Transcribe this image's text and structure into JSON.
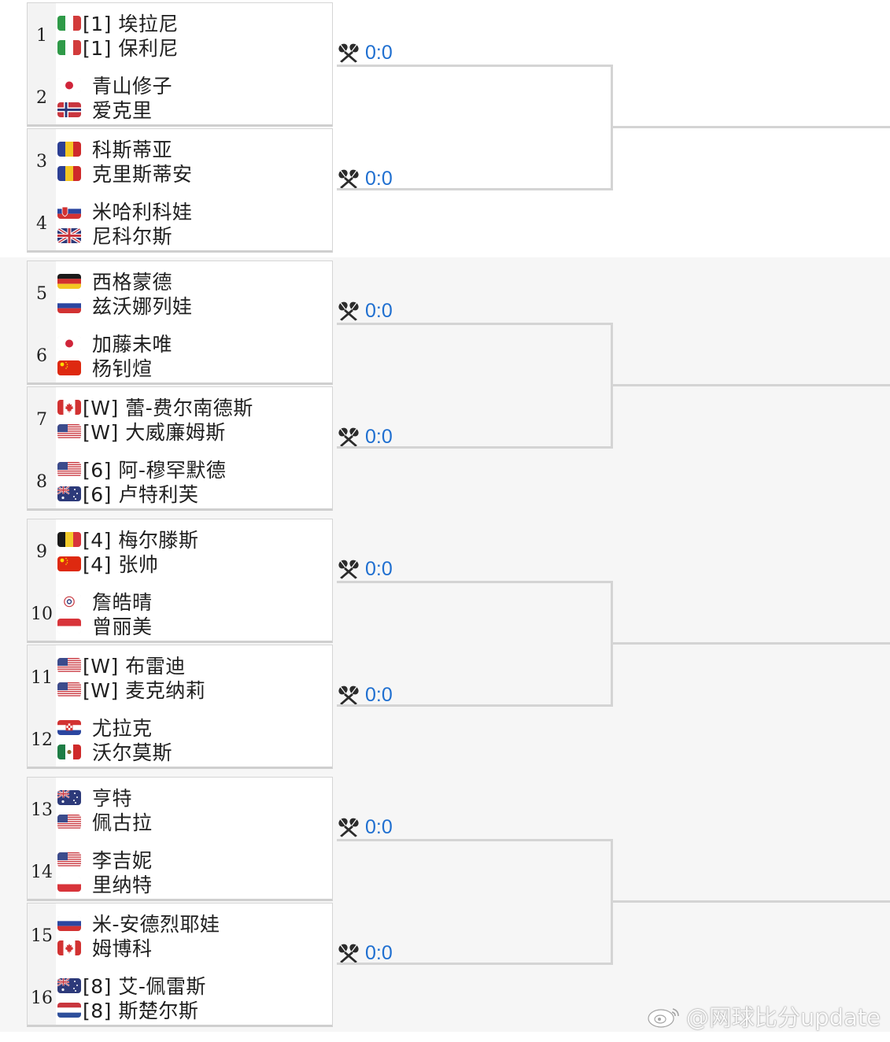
{
  "matches": [
    {
      "num": "1",
      "players": [
        {
          "flag": "italy",
          "seed": "[1]",
          "name": "埃拉尼"
        },
        {
          "flag": "italy",
          "seed": "[1]",
          "name": "保利尼"
        }
      ]
    },
    {
      "num": "2",
      "players": [
        {
          "flag": "japan",
          "seed": "",
          "name": "青山修子"
        },
        {
          "flag": "norway",
          "seed": "",
          "name": "爱克里"
        }
      ]
    },
    {
      "num": "3",
      "players": [
        {
          "flag": "romania",
          "seed": "",
          "name": "科斯蒂亚"
        },
        {
          "flag": "romania",
          "seed": "",
          "name": "克里斯蒂安"
        }
      ]
    },
    {
      "num": "4",
      "players": [
        {
          "flag": "slovakia",
          "seed": "",
          "name": "米哈利科娃"
        },
        {
          "flag": "uk",
          "seed": "",
          "name": "尼科尔斯"
        }
      ]
    },
    {
      "num": "5",
      "players": [
        {
          "flag": "germany",
          "seed": "",
          "name": "西格蒙德"
        },
        {
          "flag": "russia",
          "seed": "",
          "name": "兹沃娜列娃"
        }
      ]
    },
    {
      "num": "6",
      "players": [
        {
          "flag": "japan",
          "seed": "",
          "name": "加藤未唯"
        },
        {
          "flag": "china",
          "seed": "",
          "name": "杨钊煊"
        }
      ]
    },
    {
      "num": "7",
      "players": [
        {
          "flag": "canada",
          "seed": "[W]",
          "name": "蕾-费尔南德斯"
        },
        {
          "flag": "usa",
          "seed": "[W]",
          "name": "大威廉姆斯"
        }
      ]
    },
    {
      "num": "8",
      "players": [
        {
          "flag": "usa",
          "seed": "[6]",
          "name": "阿-穆罕默德"
        },
        {
          "flag": "australia",
          "seed": "[6]",
          "name": "卢特利芙"
        }
      ]
    },
    {
      "num": "9",
      "players": [
        {
          "flag": "belgium",
          "seed": "[4]",
          "name": "梅尔滕斯"
        },
        {
          "flag": "china",
          "seed": "[4]",
          "name": "张帅"
        }
      ]
    },
    {
      "num": "10",
      "players": [
        {
          "flag": "taipei",
          "seed": "",
          "name": "詹皓晴"
        },
        {
          "flag": "indonesia",
          "seed": "",
          "name": "曾丽美"
        }
      ]
    },
    {
      "num": "11",
      "players": [
        {
          "flag": "usa",
          "seed": "[W]",
          "name": "布雷迪"
        },
        {
          "flag": "usa",
          "seed": "[W]",
          "name": "麦克纳莉"
        }
      ]
    },
    {
      "num": "12",
      "players": [
        {
          "flag": "croatia",
          "seed": "",
          "name": "尤拉克"
        },
        {
          "flag": "mexico",
          "seed": "",
          "name": "沃尔莫斯"
        }
      ]
    },
    {
      "num": "13",
      "players": [
        {
          "flag": "australia",
          "seed": "",
          "name": "亨特"
        },
        {
          "flag": "usa",
          "seed": "",
          "name": "佩古拉"
        }
      ]
    },
    {
      "num": "14",
      "players": [
        {
          "flag": "usa",
          "seed": "",
          "name": "李吉妮"
        },
        {
          "flag": "poland",
          "seed": "",
          "name": "里纳特"
        }
      ]
    },
    {
      "num": "15",
      "players": [
        {
          "flag": "russia",
          "seed": "",
          "name": "米-安德烈耶娃"
        },
        {
          "flag": "canada",
          "seed": "",
          "name": "姆博科"
        }
      ]
    },
    {
      "num": "16",
      "players": [
        {
          "flag": "australia",
          "seed": "[8]",
          "name": "艾-佩雷斯"
        },
        {
          "flag": "netherlands",
          "seed": "[8]",
          "name": "斯楚尔斯"
        }
      ]
    }
  ],
  "scores": [
    "0:0",
    "0:0",
    "0:0",
    "0:0",
    "0:0",
    "0:0",
    "0:0",
    "0:0"
  ],
  "watermark": "@网球比分update",
  "colors": {
    "score": "#1f6fd0",
    "bracket_line": "#d4d4d4",
    "quarter_bg": "#f6f6f6"
  },
  "icons": {
    "match_icon": "crossed-rackets-icon",
    "watermark_logo": "weibo-logo-icon"
  }
}
